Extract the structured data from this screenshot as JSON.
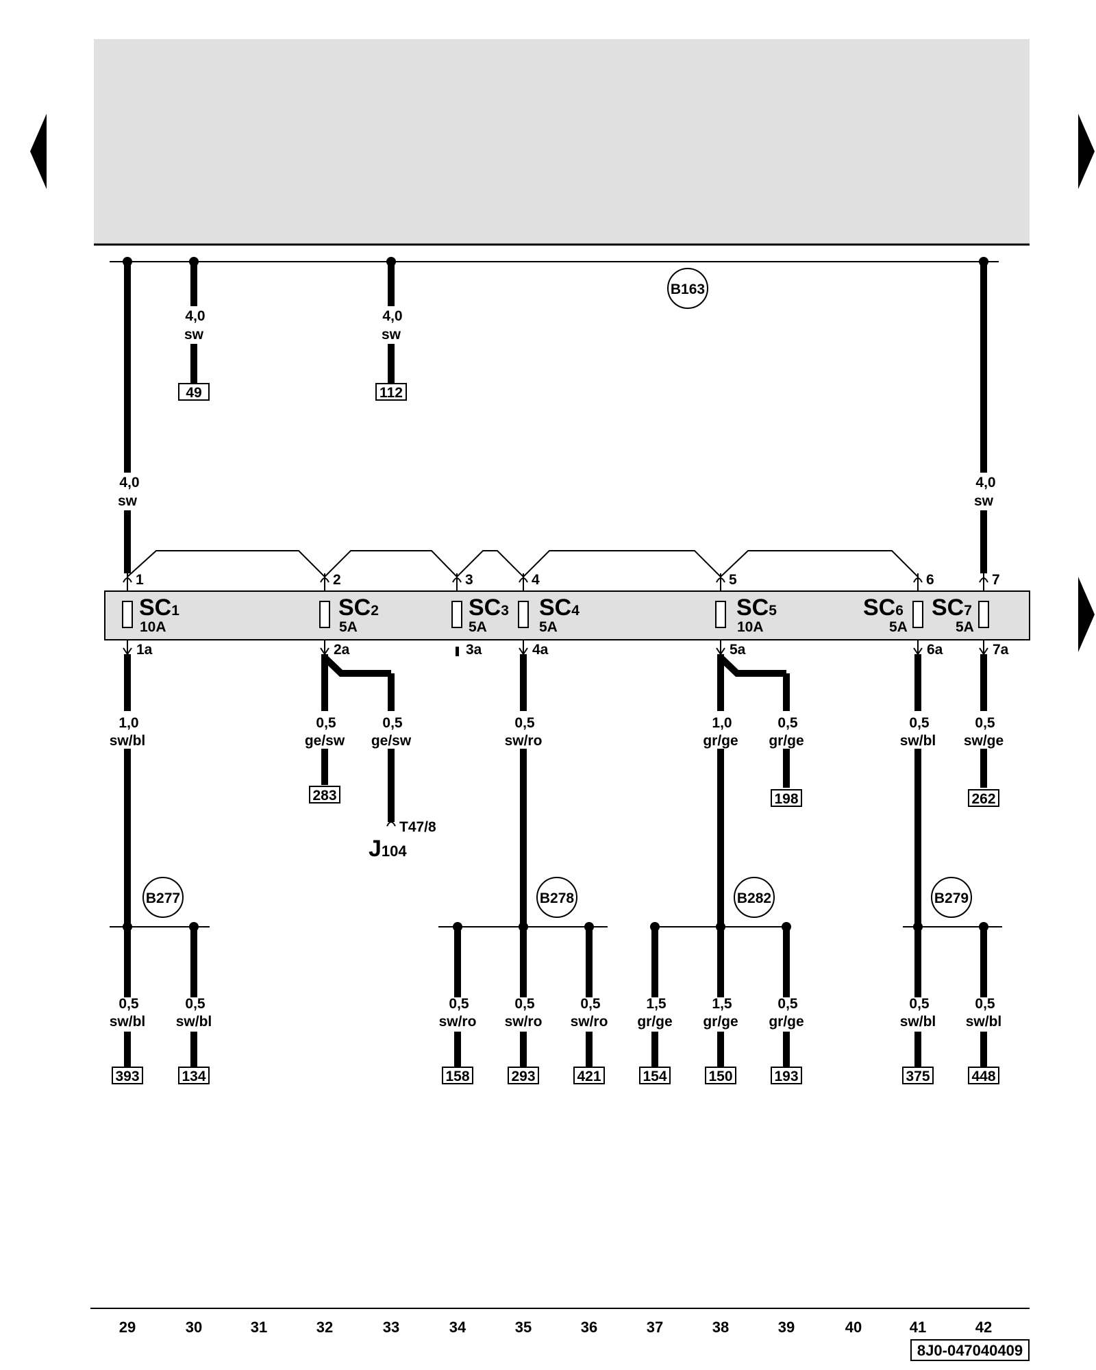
{
  "top_bus": {
    "label": "B163",
    "drops": [
      {
        "size": "4,0",
        "color": "sw",
        "ref": "49"
      },
      {
        "size": "4,0",
        "color": "sw",
        "ref": "112"
      }
    ],
    "feed_left": {
      "size": "4,0",
      "color": "sw"
    },
    "feed_right": {
      "size": "4,0",
      "color": "sw"
    }
  },
  "fuses": [
    {
      "name": "SC",
      "num": "1",
      "rating": "10A",
      "pin_in": "1",
      "pin_out": "1a"
    },
    {
      "name": "SC",
      "num": "2",
      "rating": "5A",
      "pin_in": "2",
      "pin_out": "2a"
    },
    {
      "name": "SC",
      "num": "3",
      "rating": "5A",
      "pin_in": "3",
      "pin_out": "3a"
    },
    {
      "name": "SC",
      "num": "4",
      "rating": "5A",
      "pin_in": "4",
      "pin_out": "4a"
    },
    {
      "name": "SC",
      "num": "5",
      "rating": "10A",
      "pin_in": "5",
      "pin_out": "5a"
    },
    {
      "name": "SC",
      "num": "6",
      "rating": "5A",
      "pin_in": "6",
      "pin_out": "6a"
    },
    {
      "name": "SC",
      "num": "7",
      "rating": "5A",
      "pin_in": "7",
      "pin_out": "7a"
    }
  ],
  "mid_wires": [
    {
      "size": "1,0",
      "color": "sw/bl"
    },
    {
      "size": "0,5",
      "color": "ge/sw",
      "ref": "283"
    },
    {
      "size": "0,5",
      "color": "ge/sw"
    },
    {
      "size": "0,5",
      "color": "sw/ro"
    },
    {
      "size": "1,0",
      "color": "gr/ge"
    },
    {
      "size": "0,5",
      "color": "gr/ge",
      "ref": "198"
    },
    {
      "size": "0,5",
      "color": "sw/bl"
    },
    {
      "size": "0,5",
      "color": "sw/ge",
      "ref": "262"
    }
  ],
  "connector": {
    "pin": "T47/8",
    "component": "J",
    "component_num": "104"
  },
  "splices": [
    "B277",
    "B278",
    "B282",
    "B279"
  ],
  "bottom_wires": [
    {
      "size": "0,5",
      "color": "sw/bl",
      "ref": "393"
    },
    {
      "size": "0,5",
      "color": "sw/bl",
      "ref": "134"
    },
    {
      "size": "0,5",
      "color": "sw/ro",
      "ref": "158"
    },
    {
      "size": "0,5",
      "color": "sw/ro",
      "ref": "293"
    },
    {
      "size": "0,5",
      "color": "sw/ro",
      "ref": "421"
    },
    {
      "size": "1,5",
      "color": "gr/ge",
      "ref": "154"
    },
    {
      "size": "1,5",
      "color": "gr/ge",
      "ref": "150"
    },
    {
      "size": "0,5",
      "color": "gr/ge",
      "ref": "193"
    },
    {
      "size": "0,5",
      "color": "sw/bl",
      "ref": "375"
    },
    {
      "size": "0,5",
      "color": "sw/bl",
      "ref": "448"
    }
  ],
  "tracks": [
    "29",
    "30",
    "31",
    "32",
    "33",
    "34",
    "35",
    "36",
    "37",
    "38",
    "39",
    "40",
    "41",
    "42"
  ],
  "document_id": "8J0-047040409",
  "colors": {
    "header_fill": "#e0e0e0",
    "fuse_box_fill": "#e0e0e0",
    "wire": "#000000"
  }
}
